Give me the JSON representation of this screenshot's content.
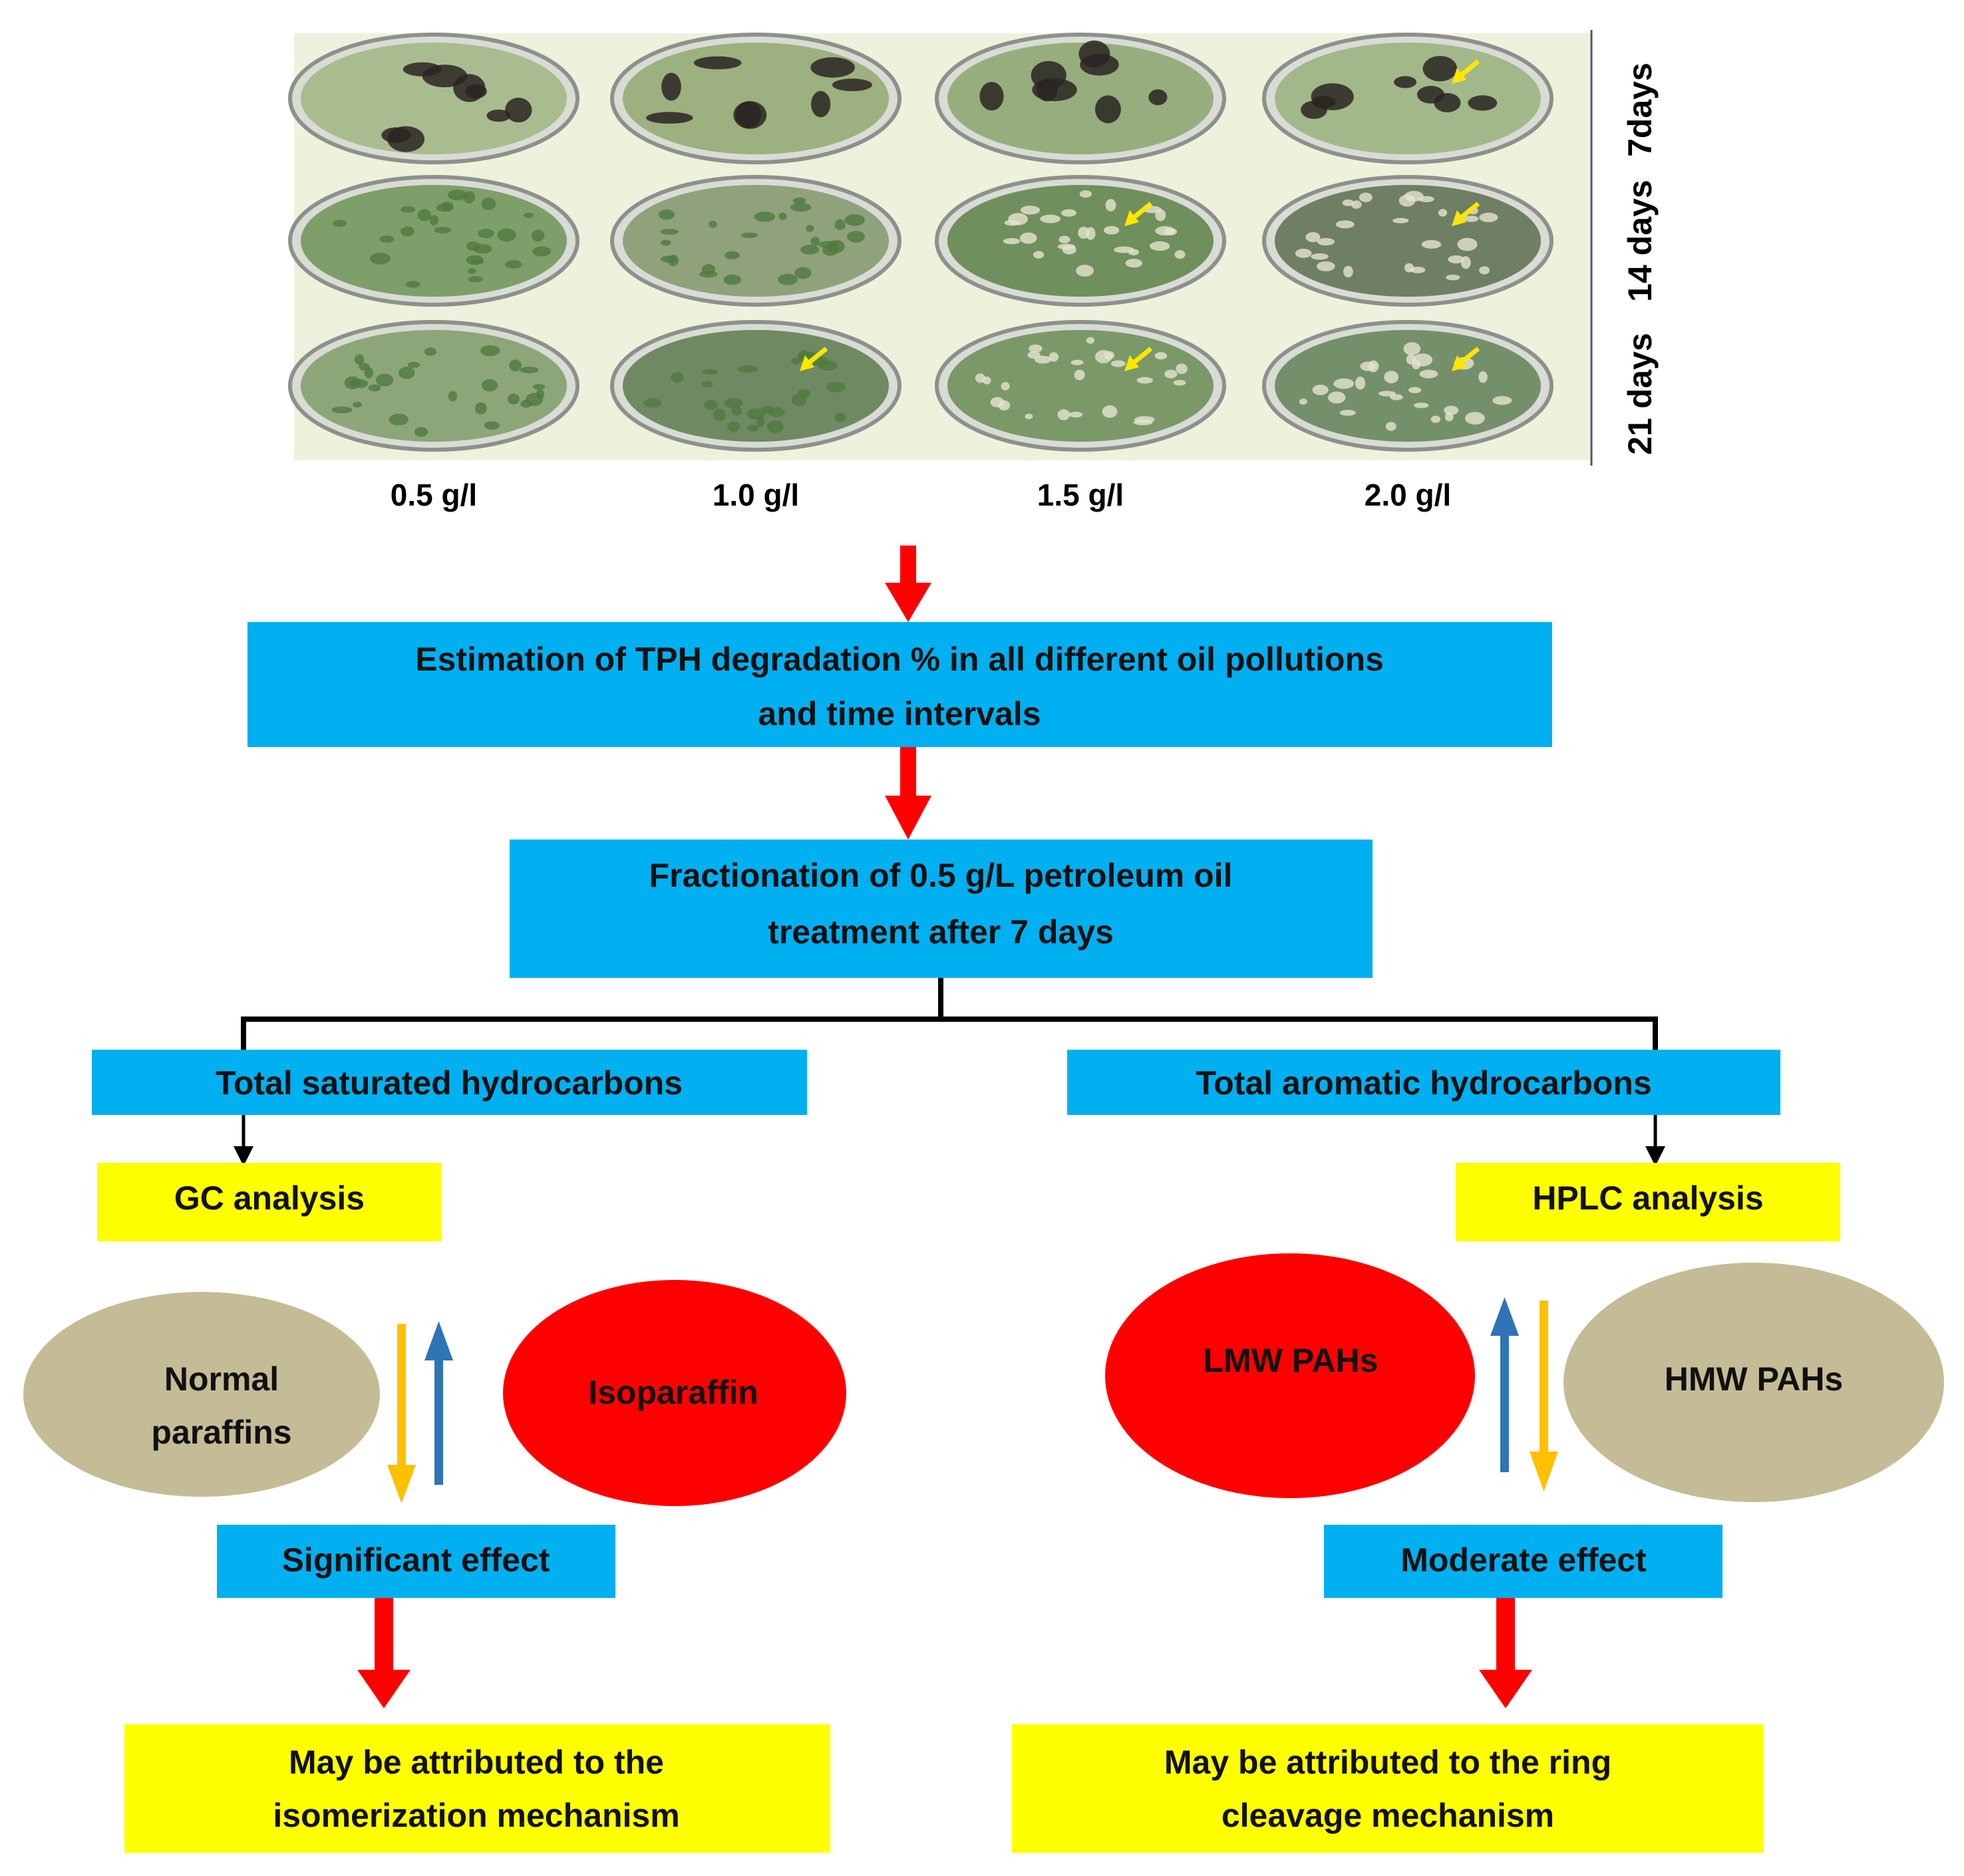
{
  "photo_panel": {
    "concentrations": [
      "0.5 g/l",
      "1.0 g/l",
      "1.5 g/l",
      "2.0 g/l"
    ],
    "days": [
      "7days",
      "14 days",
      "21 days"
    ]
  },
  "flow": {
    "estimation": [
      "Estimation of TPH degradation % in all different oil pollutions",
      "and time intervals"
    ],
    "fractionation": [
      "Fractionation of 0.5 g/L petroleum oil",
      "treatment after 7 days"
    ]
  },
  "saturated_branch": {
    "title": "Total saturated hydrocarbons",
    "analysis": "GC analysis",
    "ellipse_left": [
      "Normal",
      "paraffins"
    ],
    "ellipse_right": "Isoparaffin",
    "effect": "Significant effect",
    "conclusion": [
      "May be attributed to the",
      "isomerization mechanism"
    ]
  },
  "aromatic_branch": {
    "title": "Total aromatic hydrocarbons",
    "analysis": "HPLC analysis",
    "ellipse_left": "LMW PAHs",
    "ellipse_right": "HMW PAHs",
    "effect": "Moderate effect",
    "conclusion": [
      "May be attributed to the ring",
      "cleavage mechanism"
    ]
  },
  "colors": {
    "blue_box": "#00B0F0",
    "yellow_box": "#FFFF00",
    "red": "#FF0000",
    "tan": "#C4BC96",
    "arrow_blue": "#2E75B6",
    "arrow_orange": "#FFC000",
    "photo_bg": "#EDF2DD"
  }
}
